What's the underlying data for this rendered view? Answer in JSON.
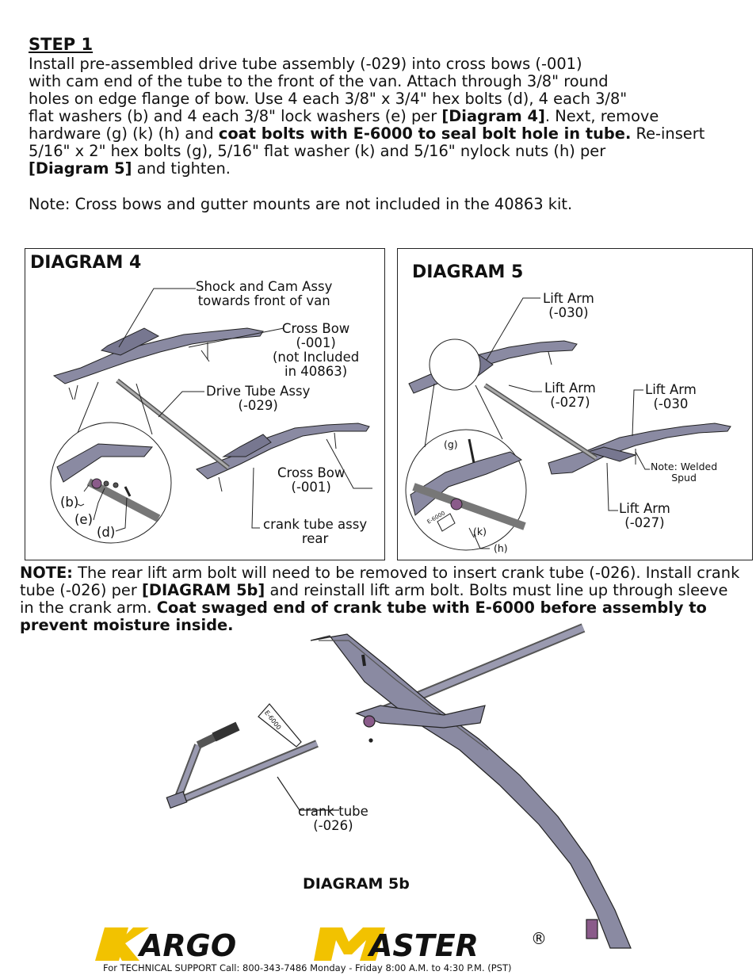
{
  "step": {
    "title": "STEP 1",
    "lines": [
      "Install pre-assembled drive tube assembly (-029) into cross bows (-001)",
      "with cam end of the tube to the front of the van. Attach through 3/8\" round",
      "holes on edge flange of bow. Use 4 each 3/8\" x 3/4\" hex bolts (d), 4 each 3/8\"",
      "flat washers (b) and 4 each 3/8\" lock washers (e) per "
    ],
    "diagram4_ref": "[Diagram 4]",
    "line4_tail": ". Next, remove",
    "line5_a": "hardware (g) (k) (h) and ",
    "line5_bold": "coat bolts with E-6000 to seal bolt hole in tube.",
    "line5_b": " Re-insert",
    "line6": "5/16\" x 2\" hex bolts (g), 5/16\" flat washer (k) and 5/16\" nylock nuts (h) per",
    "diagram5_ref": "[Diagram 5]",
    "line7_tail": " and tighten.",
    "note_kit": "Note: Cross bows and gutter mounts are not included in the 40863 kit."
  },
  "diagram4": {
    "title": "DIAGRAM 4",
    "labels": {
      "shock_cam_1": "Shock and Cam Assy",
      "shock_cam_2": "towards front of van",
      "cross_bow_1": "Cross Bow",
      "cross_bow_2": "(-001)",
      "cross_bow_3": "(not Included",
      "cross_bow_4": "in 40863)",
      "drive_tube_1": "Drive Tube Assy",
      "drive_tube_2": "(-029)",
      "cross_bow_b1": "Cross Bow",
      "cross_bow_b2": "(-001)",
      "crank_rear_1": "crank tube assy",
      "crank_rear_2": "rear",
      "b": "(b)",
      "e": "(e)",
      "d": "(d)"
    }
  },
  "diagram5": {
    "title": "DIAGRAM 5",
    "labels": {
      "lift_030_1": "Lift Arm",
      "lift_030_2": "(-030)",
      "lift_027_1": "Lift Arm",
      "lift_027_2": "(-027)",
      "lift_030b_1": "Lift Arm",
      "lift_030b_2": "(-030",
      "welded_1": "Note: Welded",
      "welded_2": "Spud",
      "lift_027b_1": "Lift Arm",
      "lift_027b_2": "(-027)",
      "g": "(g)",
      "k": "(k)",
      "h": "(h)",
      "e6000": "E-6000"
    }
  },
  "note2": {
    "lead": "NOTE:",
    "text_a": " The rear lift arm bolt will need to be removed  to insert crank tube (-026). Install crank tube (-026) per ",
    "ref": "[DIAGRAM 5b]",
    "text_b": " and reinstall lift arm bolt. Bolts must line up through sleeve in the crank arm.  ",
    "bold_tail": "Coat swaged end of crank tube with E-6000 before assembly to prevent moisture inside."
  },
  "diagram5b": {
    "title": "DIAGRAM 5b",
    "crank_1": "crank tube",
    "crank_2": "(-026)",
    "e6000": "E-6000"
  },
  "brand": {
    "logo_text": "KARGO MASTER",
    "registered": "®",
    "support": "For TECHNICAL SUPPORT Call: 800-343-7486 Monday - Friday 8:00 A.M. to 4:30 P.M. (PST)",
    "colors": {
      "accent": "#f2c200",
      "ink": "#111111",
      "part": "#8a8aa2"
    }
  }
}
